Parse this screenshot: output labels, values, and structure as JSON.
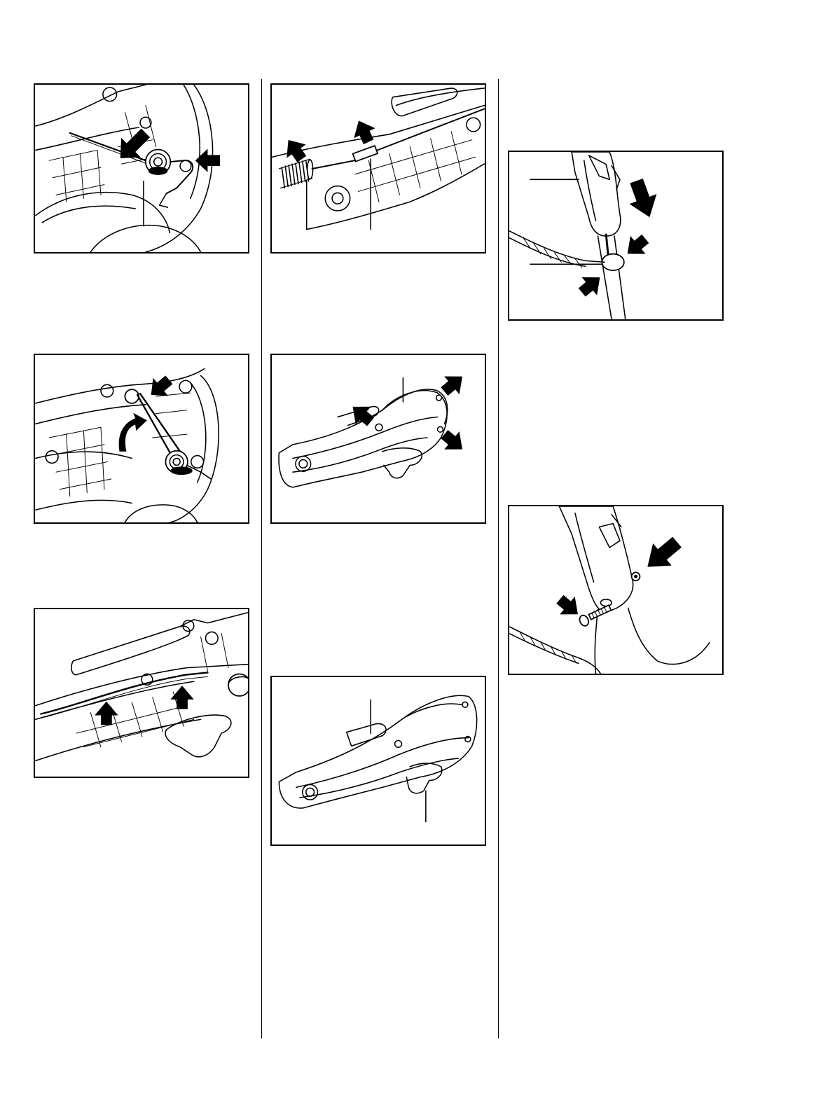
{
  "page": {
    "background": "#ffffff",
    "line_color": "#000000"
  },
  "figures": [
    {
      "id": "fig-1",
      "icons": [
        "arrow-icon",
        "arrow-icon"
      ],
      "callouts": 1
    },
    {
      "id": "fig-2",
      "icons": [
        "arrow-icon",
        "curved-arrow-icon"
      ],
      "callouts": 0
    },
    {
      "id": "fig-3",
      "icons": [
        "arrow-icon",
        "arrow-icon"
      ],
      "callouts": 0
    },
    {
      "id": "fig-4",
      "icons": [
        "arrow-icon",
        "arrow-icon"
      ],
      "callouts": 2
    },
    {
      "id": "fig-5",
      "icons": [
        "arrow-icon",
        "arrow-icon",
        "arrow-icon"
      ],
      "callouts": 1
    },
    {
      "id": "fig-6",
      "icons": [],
      "callouts": 2
    },
    {
      "id": "fig-7",
      "icons": [
        "arrow-icon",
        "arrow-icon",
        "arrow-icon"
      ],
      "callouts": 2
    },
    {
      "id": "fig-8",
      "icons": [
        "arrow-icon",
        "arrow-icon"
      ],
      "callouts": 0
    }
  ]
}
